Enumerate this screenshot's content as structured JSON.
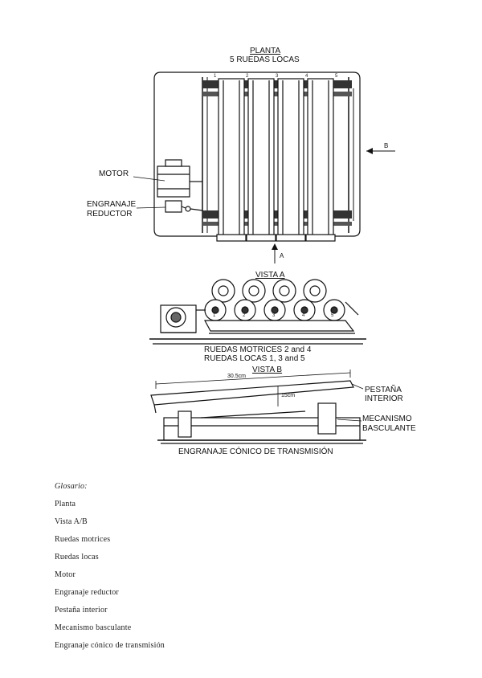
{
  "diagram": {
    "planta": {
      "title": "PLANTA",
      "subtitle": "5 RUEDAS LOCAS",
      "wheel_numbers": [
        "1",
        "2",
        "3",
        "4",
        "5"
      ],
      "arrow_b": "B",
      "arrow_a": "A",
      "motor": "MOTOR",
      "reductor_line1": "ENGRANAJE",
      "reductor_line2": "REDUCTOR"
    },
    "vista_a": {
      "title": "VISTA A",
      "wheel_numbers": [
        "1",
        "2",
        "3",
        "4",
        "5"
      ],
      "caption_line1": "RUEDAS MOTRICES 2 and 4",
      "caption_line2": "RUEDAS LOCAS 1, 3 and 5"
    },
    "vista_b": {
      "title": "VISTA B",
      "dim_top": "30.5cm",
      "dim_side": "15cm",
      "pestana_line1": "PESTAÑA",
      "pestana_line2": "INTERIOR",
      "mecanismo_line1": "MECANISMO",
      "mecanismo_line2": "BASCULANTE",
      "bottom_caption": "ENGRANAJE CÓNICO DE TRANSMISIÓN"
    }
  },
  "glossary": {
    "heading": "Glosario:",
    "items": [
      "Planta",
      "Vista A/B",
      "Ruedas motrices",
      "Ruedas locas",
      "Motor",
      "Engranaje reductor",
      "Pestaña interior",
      "Mecanismo basculante",
      "Engranaje cónico de transmisión"
    ]
  }
}
